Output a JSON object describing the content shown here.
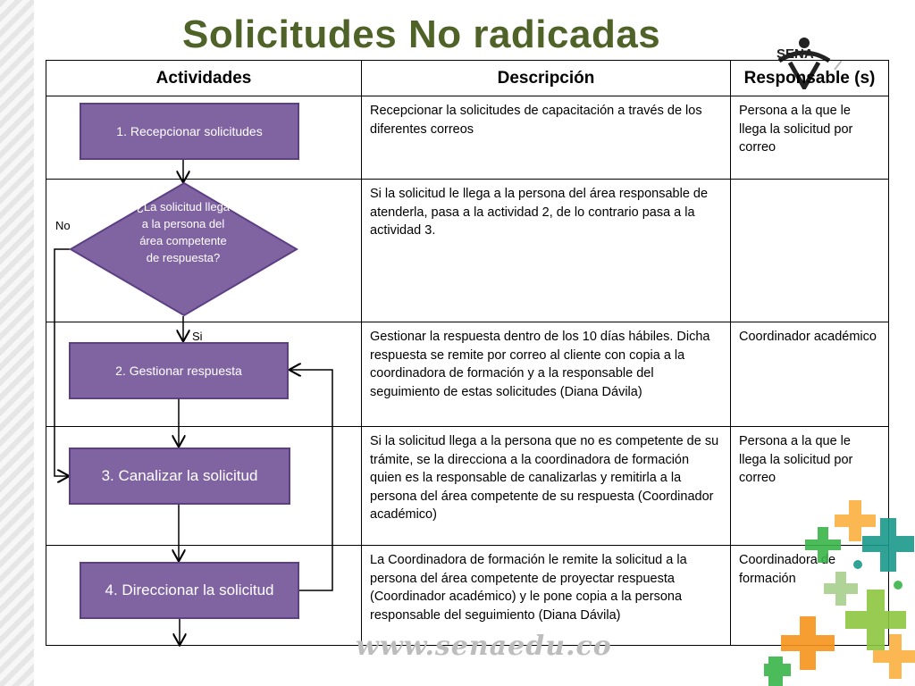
{
  "title": "Solicitudes No radicadas",
  "logo_text": "SENA",
  "watermark": "www.senaedu.co",
  "table": {
    "headers": [
      "Actividades",
      "Descripción",
      "Responsable (s)"
    ],
    "rows": [
      {
        "description": "Recepcionar la solicitudes de capacitación a través de los diferentes correos",
        "responsible": "Persona a la que le llega la solicitud por correo"
      },
      {
        "description": "Si la solicitud le llega a la persona del área responsable de atenderla, pasa a la actividad 2, de lo contrario pasa a la actividad 3.",
        "responsible": ""
      },
      {
        "description": "Gestionar la respuesta dentro de los 10 días hábiles. Dicha respuesta se remite por correo al cliente con copia a la coordinadora de formación y a la responsable del seguimiento de estas solicitudes (Diana Dávila)",
        "responsible": "Coordinador académico"
      },
      {
        "description": "Si la solicitud  llega  a la persona que no es competente de su trámite, se la direcciona a la coordinadora de formación quien es la responsable de canalizarlas y remitirla a la persona del área competente de su respuesta (Coordinador académico)",
        "responsible": "Persona a la que le llega la solicitud por correo"
      },
      {
        "description": "La Coordinadora de formación le remite la solicitud a la persona del área  competente de proyectar respuesta (Coordinador académico)  y le pone copia a  la persona responsable del seguimiento (Diana Dávila)",
        "responsible": "Coordinadora de formación"
      }
    ]
  },
  "flow": {
    "step1": "1. Recepcionar solicitudes",
    "decision": "¿La solicitud llega a la persona del área competente de respuesta?",
    "step2": "2. Gestionar respuesta",
    "step3": "3. Canalizar la solicitud",
    "step4": "4. Direccionar la solicitud",
    "label_no": "No",
    "label_si": "Si"
  },
  "colors": {
    "title": "#4f6228",
    "shape_fill": "#8064a2",
    "shape_border": "#5c3f84"
  }
}
